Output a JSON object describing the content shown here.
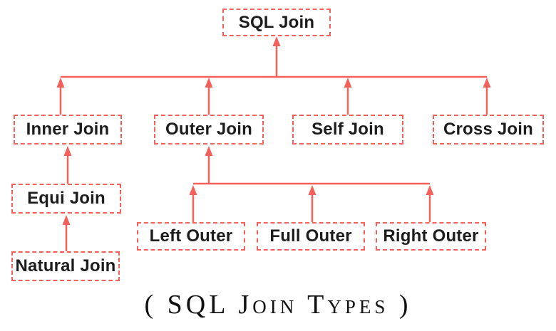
{
  "caption": "( SQL Join Types )",
  "colors": {
    "accent": "#f4605a",
    "text": "#1d1d1d",
    "background": "#ffffff"
  },
  "nodes": {
    "sql_join": "SQL Join",
    "inner_join": "Inner Join",
    "outer_join": "Outer Join",
    "self_join": "Self Join",
    "cross_join": "Cross Join",
    "equi_join": "Equi Join",
    "natural_join": "Natural Join",
    "left_outer": "Left Outer",
    "full_outer": "Full Outer",
    "right_outer": "Right Outer"
  },
  "edges": [
    {
      "from": "inner_join",
      "to": "sql_join"
    },
    {
      "from": "outer_join",
      "to": "sql_join"
    },
    {
      "from": "self_join",
      "to": "sql_join"
    },
    {
      "from": "cross_join",
      "to": "sql_join"
    },
    {
      "from": "equi_join",
      "to": "inner_join"
    },
    {
      "from": "natural_join",
      "to": "equi_join"
    },
    {
      "from": "left_outer",
      "to": "outer_join"
    },
    {
      "from": "full_outer",
      "to": "outer_join"
    },
    {
      "from": "right_outer",
      "to": "outer_join"
    }
  ]
}
